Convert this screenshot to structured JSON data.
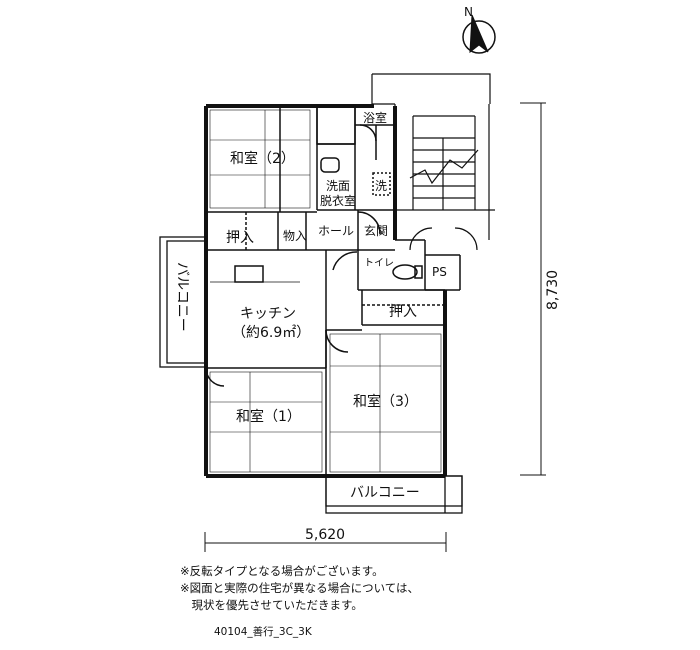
{
  "rooms": {
    "washitsu2": "和室（2）",
    "washitsu1": "和室（1）",
    "washitsu3": "和室（3）",
    "kitchen_line1": "キッチン",
    "kitchen_line2": "（約6.9㎡）",
    "bath": "浴室",
    "washroom_line1": "洗面",
    "washroom_line2": "脱衣室",
    "washer": "洗",
    "oshiire_left": "押入",
    "monoire": "物入",
    "hall": "ホール",
    "genkan": "玄関",
    "toilet": "トイレ",
    "ps": "PS",
    "oshiire_right": "押入",
    "balcony_left": "バルコニー",
    "balcony_bottom": "バルコニー"
  },
  "dimensions": {
    "width": "5,620",
    "height": "8,730"
  },
  "compass": {
    "label": "N"
  },
  "notes": [
    "※反転タイプとなる場合がございます。",
    "※図面と実際の住宅が異なる場合については、",
    "　現状を優先させていただきます。"
  ],
  "code": "40104_善行_3C_3K"
}
